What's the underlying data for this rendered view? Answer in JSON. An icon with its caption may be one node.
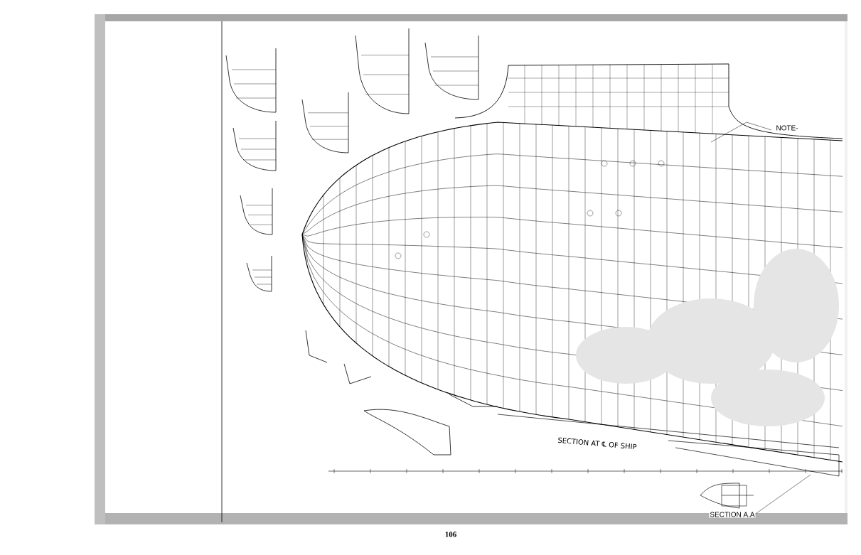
{
  "diagram": {
    "labels": [
      "NOTE-",
      "SECTION AT ℄ OF SHIP",
      "SECTION A.A",
      "106"
    ]
  }
}
